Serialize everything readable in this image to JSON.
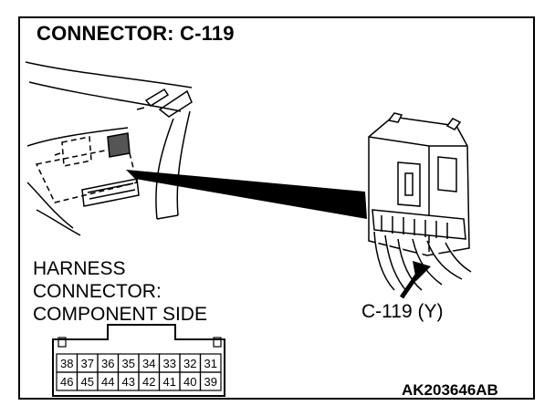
{
  "diagram": {
    "title": "CONNECTOR: C-119",
    "harness_label": [
      "HARNESS",
      "CONNECTOR:",
      "COMPONENT SIDE"
    ],
    "connector_callout": "C-119 (Y)",
    "figure_id": "AK203646AB",
    "pins_top": [
      "38",
      "37",
      "36",
      "35",
      "34",
      "33",
      "32",
      "31"
    ],
    "pins_bottom": [
      "46",
      "45",
      "44",
      "43",
      "42",
      "41",
      "40",
      "39"
    ]
  }
}
